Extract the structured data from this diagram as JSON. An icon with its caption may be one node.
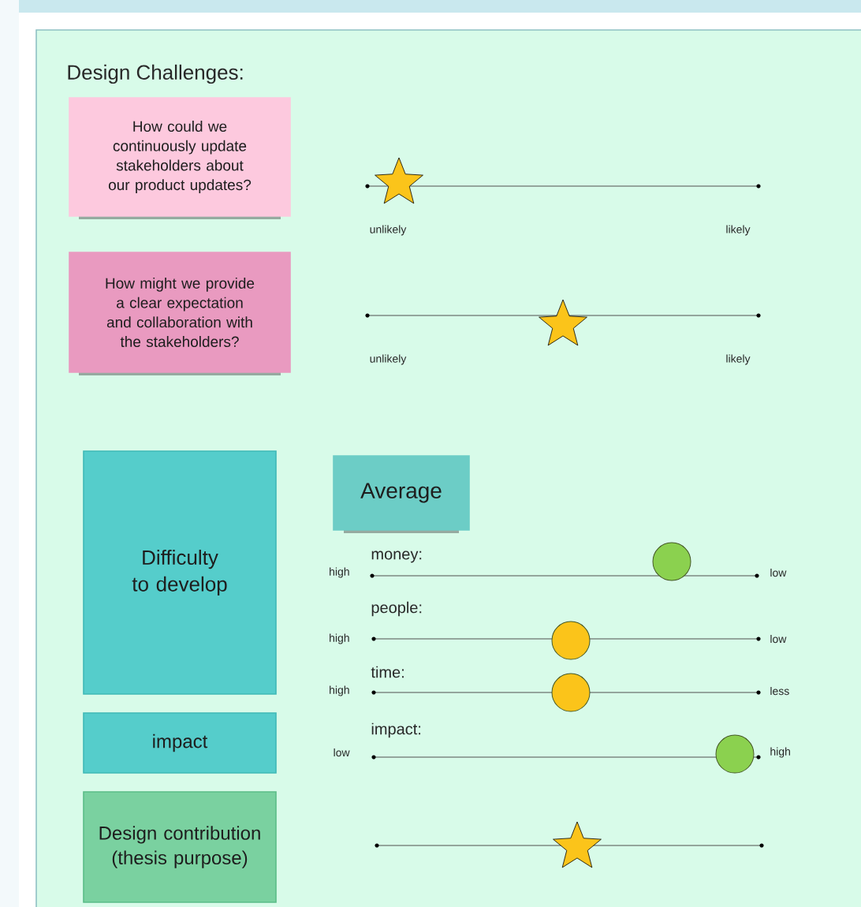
{
  "diagram": {
    "title": "Design Challenges:",
    "nodes": [
      {
        "text": [
          "How could we continuously update stakeholders about our product updates?"
        ]
      },
      {
        "text": [
          "How might we provide a clear expectation and collaboration with the stakeholders?"
        ]
      },
      {
        "text": [
          "Difficulty to develop"
        ]
      },
      {
        "text": [
          "Average"
        ]
      },
      {
        "text": [
          "impact"
        ]
      },
      {
        "text": [
          "Design contribution (thesis purpose)"
        ]
      }
    ],
    "labels": [
      "unlikely",
      "likely",
      "unlikely",
      "likely",
      "money:",
      "high",
      "low",
      "people:",
      "high",
      "low",
      "time:",
      "high",
      "less",
      "impact:",
      "low",
      "high"
    ]
  }
}
